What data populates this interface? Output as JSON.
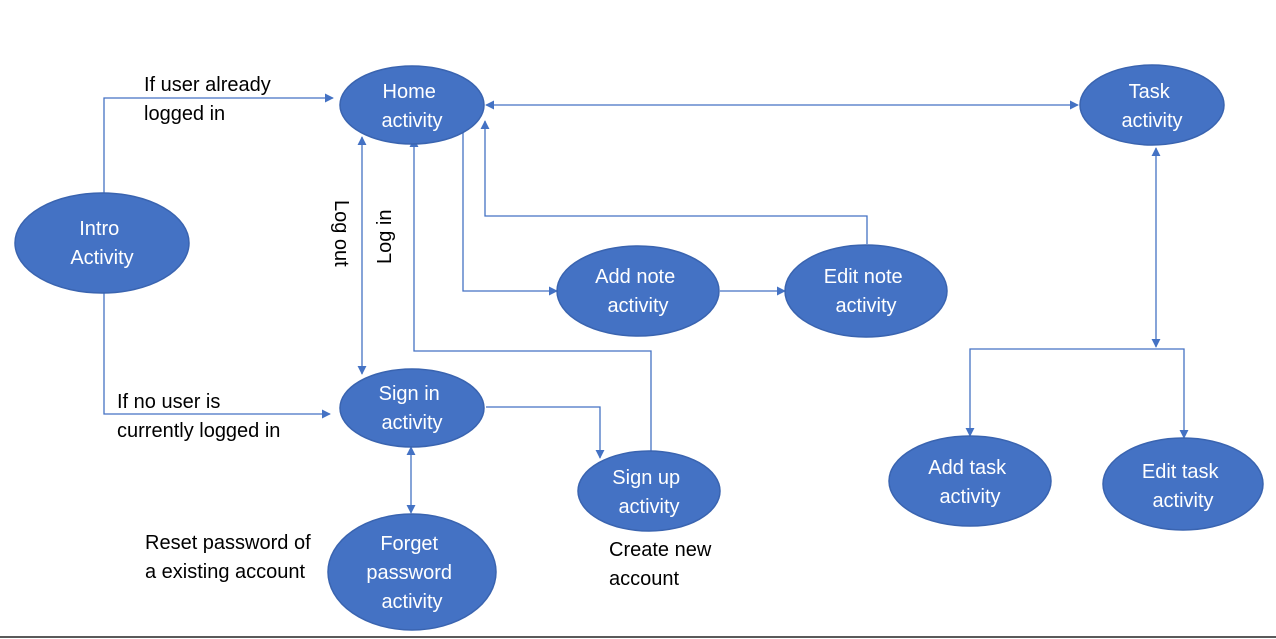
{
  "nodes": {
    "intro": [
      "Intro",
      "Activity"
    ],
    "home": [
      "Home",
      "activity"
    ],
    "task": [
      "Task",
      "activity"
    ],
    "add_note": [
      "Add note",
      "activity"
    ],
    "edit_note": [
      "Edit note",
      "activity"
    ],
    "sign_in": [
      "Sign in",
      "activity"
    ],
    "sign_up": [
      "Sign up",
      "activity"
    ],
    "forget_password": [
      "Forget",
      "password",
      "activity"
    ],
    "add_task": [
      "Add task",
      "activity"
    ],
    "edit_task": [
      "Edit task",
      "activity"
    ]
  },
  "labels": {
    "already_logged_in": [
      "If user already",
      "logged in"
    ],
    "no_user_logged_in": [
      "If no user is",
      "currently logged in"
    ],
    "log_out": "Log out",
    "log_in": "Log in",
    "reset_password": [
      "Reset password of",
      "a existing account"
    ],
    "create_account": [
      "Create new",
      "account"
    ]
  },
  "colors": {
    "node_fill": "#4472c4",
    "connector": "#4472c4",
    "node_text": "#ffffff",
    "label_text": "#000000"
  }
}
